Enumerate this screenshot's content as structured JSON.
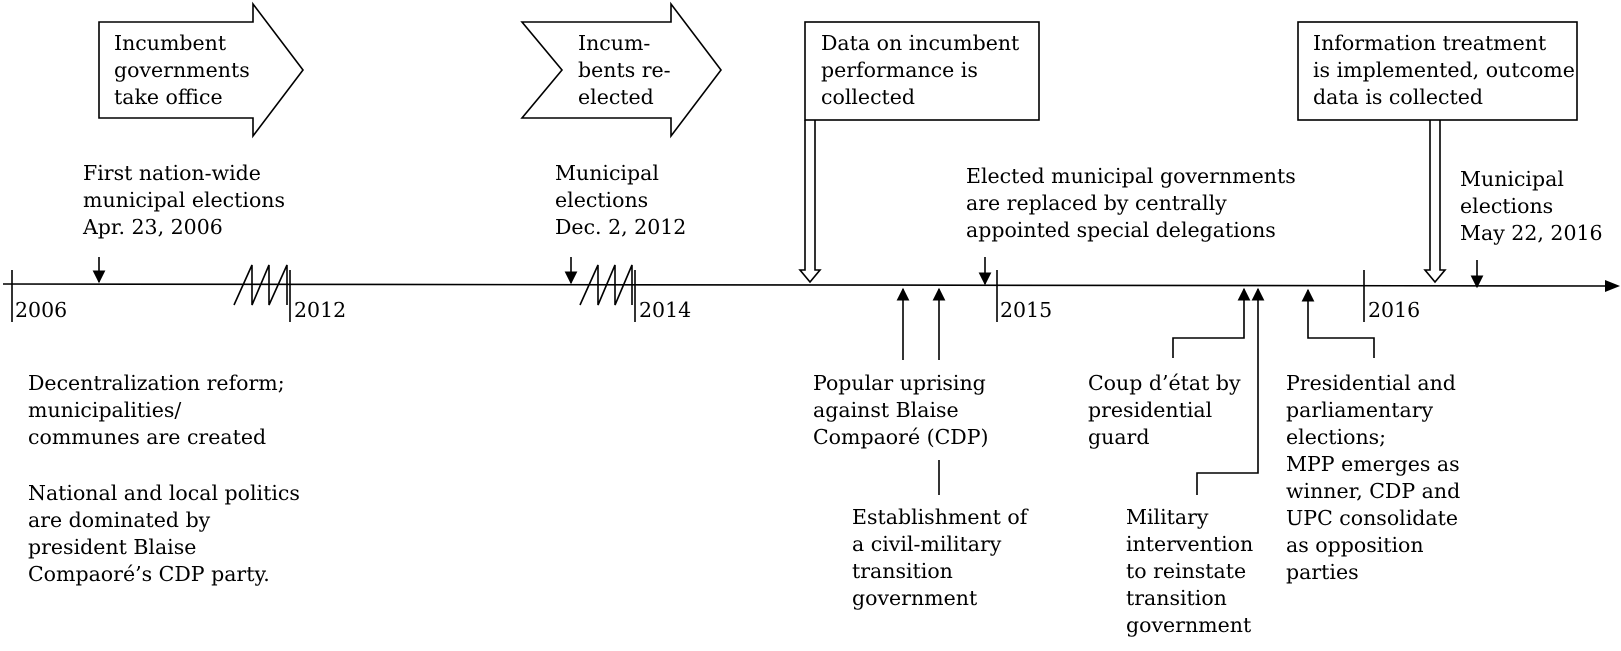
{
  "arrow_boxes": {
    "incumbents_take_office": [
      "Incumbent",
      "governments",
      "take office"
    ],
    "incumbents_reelected": [
      "Incum-",
      "bents re-",
      "elected"
    ]
  },
  "boxes": {
    "data_collected": [
      "Data on incumbent",
      "performance is",
      "collected"
    ],
    "treatment": [
      "Information treatment",
      "is implemented, outcome",
      "data is collected"
    ]
  },
  "years": {
    "y2006": "2006",
    "y2012": "2012",
    "y2014": "2014",
    "y2015": "2015",
    "y2016": "2016"
  },
  "events_above": {
    "elections_2006": [
      "First nation-wide",
      "municipal elections",
      "Apr. 23, 2006"
    ],
    "elections_2012": [
      "Municipal",
      "elections",
      "Dec. 2, 2012"
    ],
    "special_delegations": [
      "Elected municipal governments",
      "are replaced by centrally",
      "appointed special delegations"
    ],
    "elections_2016": [
      "Municipal",
      "elections",
      "May 22, 2016"
    ]
  },
  "events_below": {
    "decentralization": [
      "Decentralization reform;",
      "municipalities/",
      "communes are created"
    ],
    "national_politics": [
      "National and local politics",
      "are dominated by",
      "president Blaise",
      "Compaoré’s CDP party."
    ],
    "uprising": [
      "Popular uprising",
      "against Blaise",
      "Compaoré (CDP)"
    ],
    "transition_gov": [
      "Establishment of",
      "a civil-military",
      "transition",
      "government"
    ],
    "coup": [
      "Coup d’état by",
      "presidential",
      "guard"
    ],
    "military_intervention": [
      "Military",
      "intervention",
      "to reinstate",
      "transition",
      "government"
    ],
    "presidential_elections": [
      "Presidential and",
      "parliamentary",
      "elections;",
      "MPP emerges as",
      "winner, CDP and",
      "UPC consolidate",
      "as opposition",
      "parties"
    ]
  }
}
